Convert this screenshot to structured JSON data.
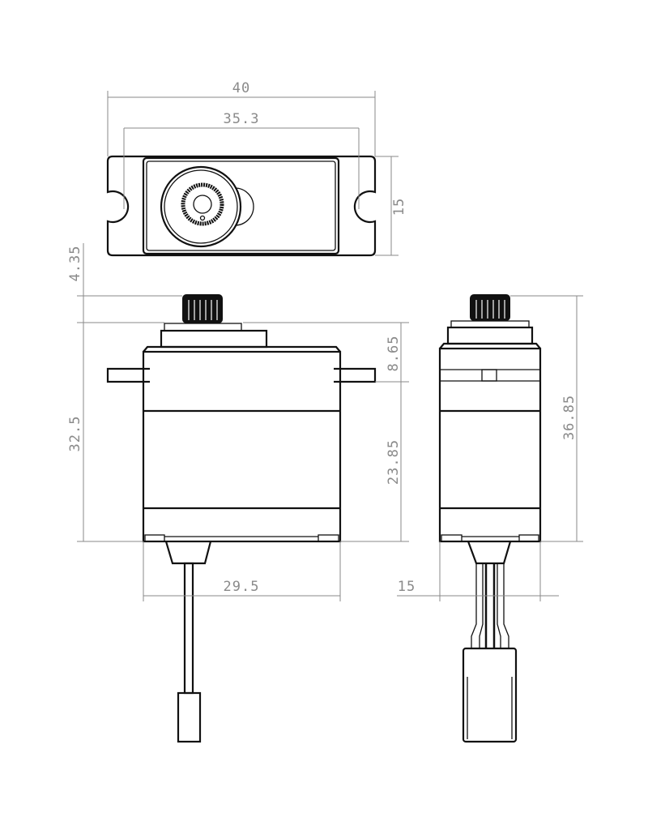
{
  "drawing": {
    "subject": "servo",
    "units": "mm",
    "line_color": "#111111",
    "dimension_color": "#8a8a8a",
    "top_view": {
      "overall_width": "40",
      "mount_hole_spacing": "35.3",
      "depth": "15"
    },
    "front_view": {
      "spline_height": "4.35",
      "body_height": "32.5",
      "top_to_flange": "8.65",
      "flange_to_bottom": "23.85",
      "body_width": "29.5"
    },
    "side_view": {
      "body_depth": "15",
      "overall_height": "36.85"
    }
  }
}
